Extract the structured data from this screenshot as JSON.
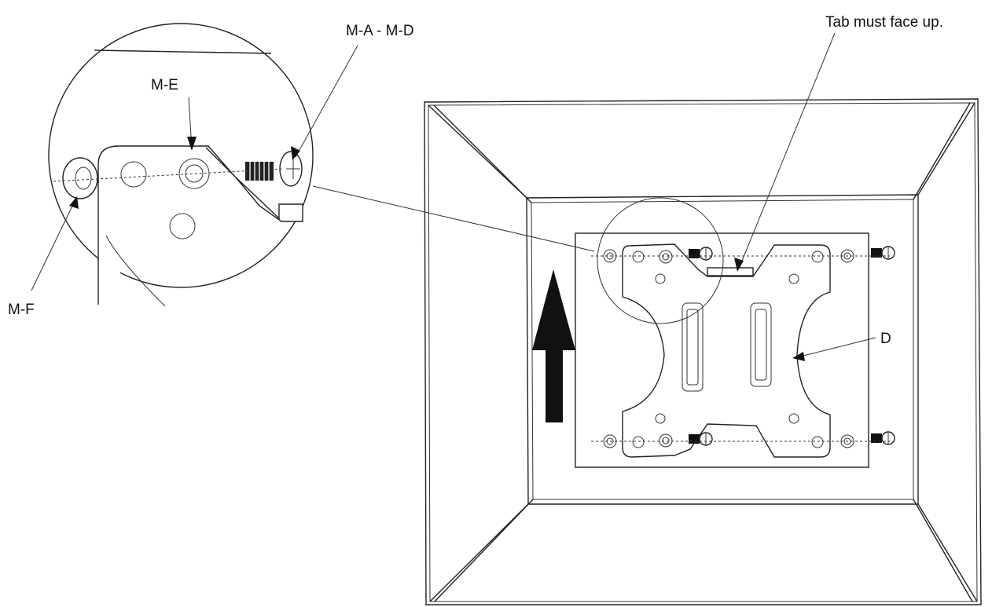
{
  "labels": {
    "screws": "M-A - M-D",
    "spacer": "M-E",
    "washer": "M-F",
    "tab_note": "Tab must face up.",
    "bracket": "D"
  }
}
